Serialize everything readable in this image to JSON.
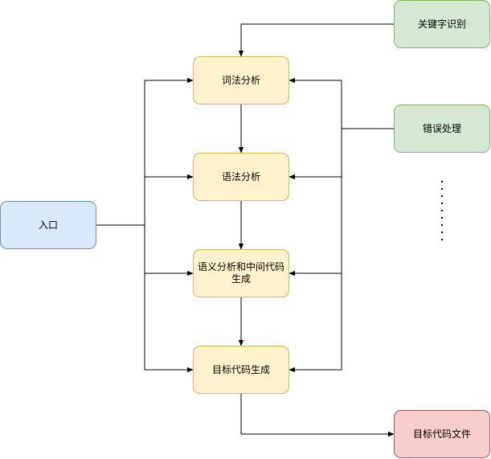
{
  "nodes": {
    "lexical": "词法分析",
    "syntax": "语法分析",
    "semantic": "语义分析和中间代码生成",
    "codegen": "目标代码生成",
    "entry": "入口",
    "keyword": "关键字识别",
    "error": "错误处理",
    "output": "目标代码文件"
  },
  "colors": {
    "process_fill": "#fff2cc",
    "process_stroke": "#d6b656",
    "entry_fill": "#dae8fc",
    "entry_stroke": "#6c8ebf",
    "aux_fill": "#d5e8d4",
    "aux_stroke": "#82b366",
    "output_fill": "#f8cecc",
    "output_stroke": "#b85450"
  }
}
